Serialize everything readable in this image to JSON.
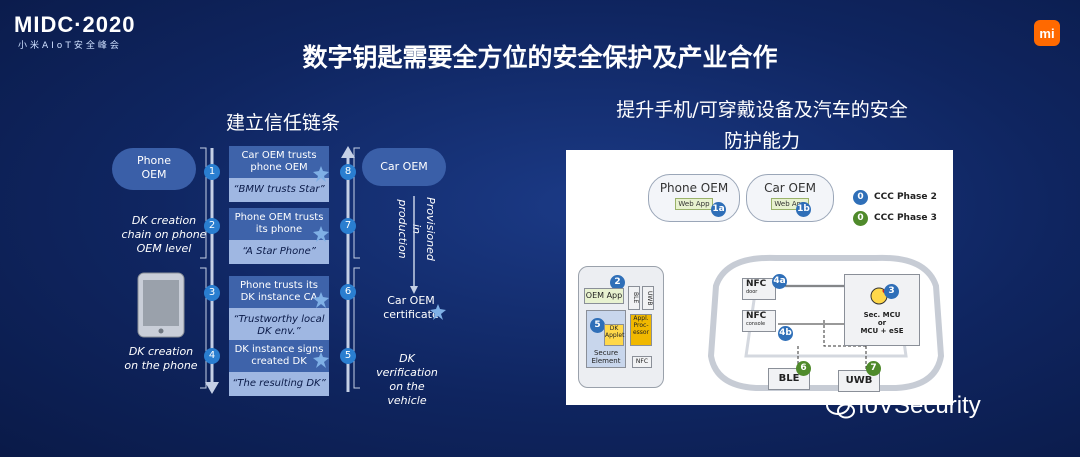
{
  "header": {
    "event_logo": "MIDC·2020",
    "event_sub": "小米AIoT安全峰会",
    "brand_mark": "mi",
    "title": "数字钥匙需要全方位的安全保护及产业合作"
  },
  "left": {
    "subtitle": "建立信任链条",
    "phone_oem": "Phone\nOEM",
    "car_oem": "Car OEM",
    "dk_chain_text": "DK creation\nchain on phone\nOEM level",
    "dk_creation_text": "DK creation\non the phone",
    "provisioned_text": "Provisioned in\nproduction",
    "car_cert": "Car OEM\ncertificate",
    "dk_verify_text": "DK verification\non the vehicle",
    "steps_left": [
      "1",
      "2",
      "3",
      "4"
    ],
    "steps_right": [
      "8",
      "7",
      "6",
      "5"
    ],
    "cards": [
      {
        "head": "Car OEM trusts phone OEM",
        "quote": "“BMW trusts Star”"
      },
      {
        "head": "Phone OEM trusts its phone",
        "quote": "“A Star Phone”"
      },
      {
        "head": "Phone trusts its DK instance CA",
        "quote": "“Trustworthy local DK env.”"
      },
      {
        "head": "DK instance signs created DK",
        "quote": "“The resulting DK”"
      }
    ]
  },
  "right": {
    "subtitle": "提升手机/可穿戴设备及汽车的安全防护能力",
    "panel": {
      "phone_oem": "Phone OEM",
      "car_oem": "Car OEM",
      "web_app": "Web App",
      "tag_1a": "1a",
      "tag_1b": "1b",
      "legend": [
        {
          "num": "0",
          "label": "CCC Phase 2",
          "color": "#2f6fb8"
        },
        {
          "num": "0",
          "label": "CCC Phase 3",
          "color": "#4f8a2b"
        }
      ],
      "n2": "2",
      "oem_app": "OEM App",
      "ble": "BLE",
      "uwb": "UWB",
      "n5": "5",
      "dk_applet": "DK\nApplet",
      "app_processor": "Appl.\nProc-\nessor",
      "secure_element": "Secure\nElement",
      "nfc": "NFC",
      "nfc_door": "NFC",
      "door": "door",
      "n4a": "4a",
      "nfc_console": "NFC",
      "console": "console",
      "n4b": "4b",
      "n3": "3",
      "mcu_text": "Sec. MCU\nor\nMCU + eSE",
      "n6": "6",
      "n7": "7",
      "ble_box": "BLE",
      "uwb_box": "UWB"
    }
  },
  "watermark": "IoVSecurity"
}
